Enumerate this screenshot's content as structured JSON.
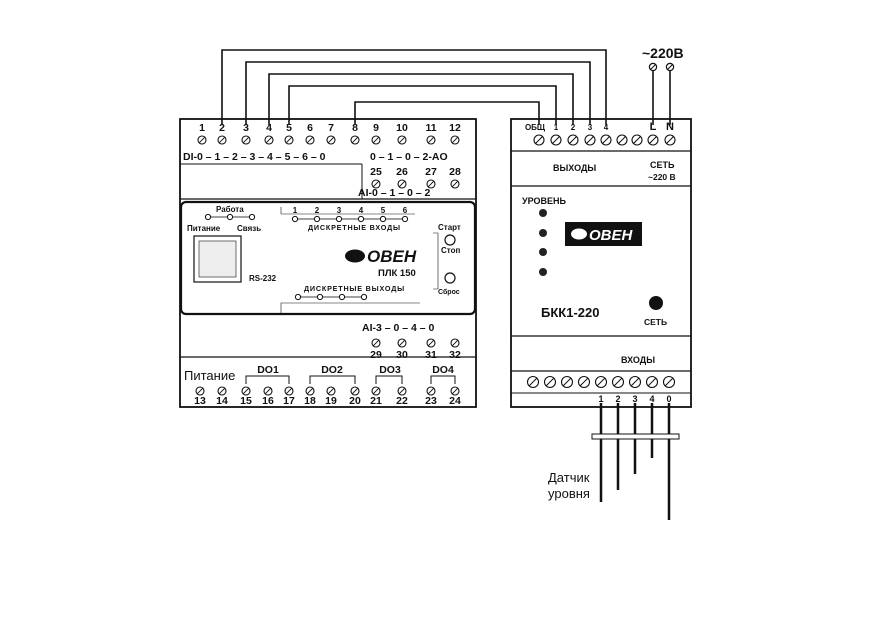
{
  "colors": {
    "line": "#111111",
    "background": "#ffffff",
    "screen": "#eeeeee"
  },
  "power_supply": {
    "label": "~220В"
  },
  "plc": {
    "top_terminals": [
      "1",
      "2",
      "3",
      "4",
      "5",
      "6",
      "7",
      "8",
      "9",
      "10",
      "11",
      "12"
    ],
    "di_row": "DI-0 – 1 – 2 – 3 – 4 – 5 – 6 – 0",
    "ao_row": "0 – 1 – 0 – 2-AO",
    "mid_terminals": [
      "25",
      "26",
      "27",
      "28"
    ],
    "ai_top_row": "AI-0 – 1 – 0 – 2",
    "led_work": "Работа",
    "led_power": "Питание",
    "led_link": "Связь",
    "port": "RS-232",
    "di_leds": [
      "1",
      "2",
      "3",
      "4",
      "5",
      "6"
    ],
    "di_caption": "ДИСКРЕТНЫЕ ВХОДЫ",
    "logo": "ОВЕН",
    "model": "ПЛК 150",
    "btn_start": "Старт",
    "btn_stop": "Стоп",
    "btn_reset": "Сброс",
    "do_caption": "ДИСКРЕТНЫЕ ВЫХОДЫ",
    "ai_bottom_row": "AI-3 – 0 – 4 – 0",
    "ai_terminals": [
      "29",
      "30",
      "31",
      "32"
    ],
    "power_label": "Питание",
    "do_labels": [
      "DO1",
      "DO2",
      "DO3",
      "DO4"
    ],
    "bottom_terminals": [
      "13",
      "14",
      "15",
      "16",
      "17",
      "18",
      "19",
      "20",
      "21",
      "22",
      "23",
      "24"
    ]
  },
  "bkk": {
    "top_labels": [
      "ОБЩ",
      "1",
      "2",
      "3",
      "4",
      "L",
      "N"
    ],
    "outputs_label": "ВЫХОДЫ",
    "net_label": "СЕТЬ",
    "net_voltage": "~220 В",
    "level_label": "УРОВЕНЬ",
    "logo": "ОВЕН",
    "model": "БКК1-220",
    "net_led_label": "СЕТЬ",
    "inputs_label": "ВХОДЫ",
    "bottom_labels": [
      "1",
      "2",
      "3",
      "4",
      "0"
    ]
  },
  "sensor": {
    "label_line1": "Датчик",
    "label_line2": "уровня"
  }
}
